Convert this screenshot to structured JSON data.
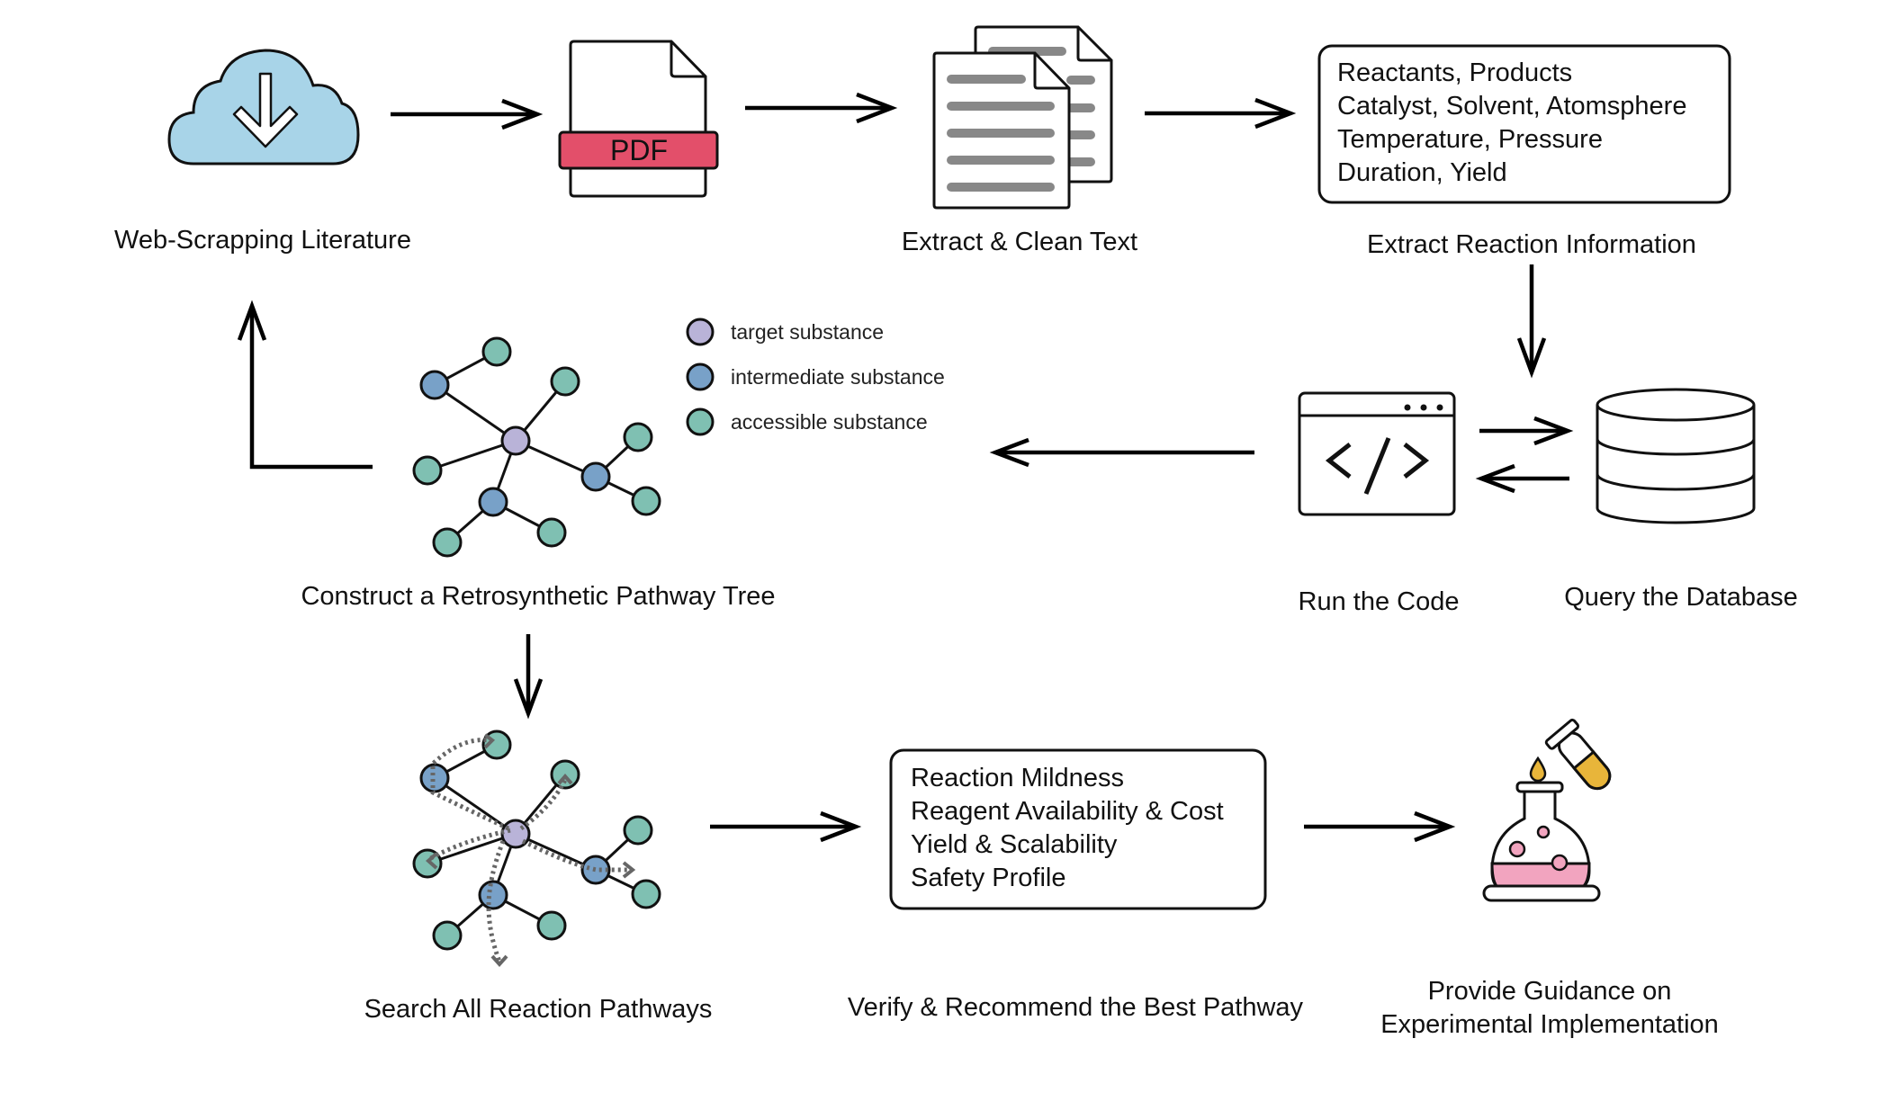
{
  "steps": {
    "web_scraping": "Web-Scrapping Literature",
    "pdf_badge": "PDF",
    "extract_text": "Extract & Clean Text",
    "extract_reaction": "Extract Reaction Information",
    "run_code": "Run the Code",
    "query_db": "Query the Database",
    "construct_tree": "Construct a Retrosynthetic Pathway Tree",
    "search_pathways": "Search All Reaction Pathways",
    "verify_recommend": "Verify & Recommend the Best Pathway",
    "guidance_line1": "Provide Guidance on",
    "guidance_line2": "Experimental Implementation"
  },
  "reaction_info_box": {
    "lines": [
      "Reactants, Products",
      "Catalyst, Solvent, Atomsphere",
      "Temperature, Pressure",
      "Duration, Yield"
    ]
  },
  "criteria_box": {
    "lines": [
      "Reaction Mildness",
      "Reagent Availability & Cost",
      "Yield & Scalability",
      "Safety Profile"
    ]
  },
  "legend": {
    "items": [
      {
        "label": "target substance",
        "type": "target"
      },
      {
        "label": "intermediate substance",
        "type": "intermediate"
      },
      {
        "label": "accessible substance",
        "type": "accessible"
      }
    ]
  },
  "colors": {
    "target": "#b9b3d8",
    "intermediate": "#78a1c8",
    "accessible": "#7fc0b2",
    "cloud": "#a8d4e8",
    "pdf_band": "#e34f6a",
    "doc_lines": "#888888",
    "flask_liquid": "#f2a4bf",
    "tube_liquid": "#e8b53a"
  },
  "icons": {
    "cloud": "cloud-download-icon",
    "pdf": "pdf-file-icon",
    "documents": "documents-icon",
    "code": "code-window-icon",
    "database": "database-icon",
    "flask": "flask-icon"
  }
}
